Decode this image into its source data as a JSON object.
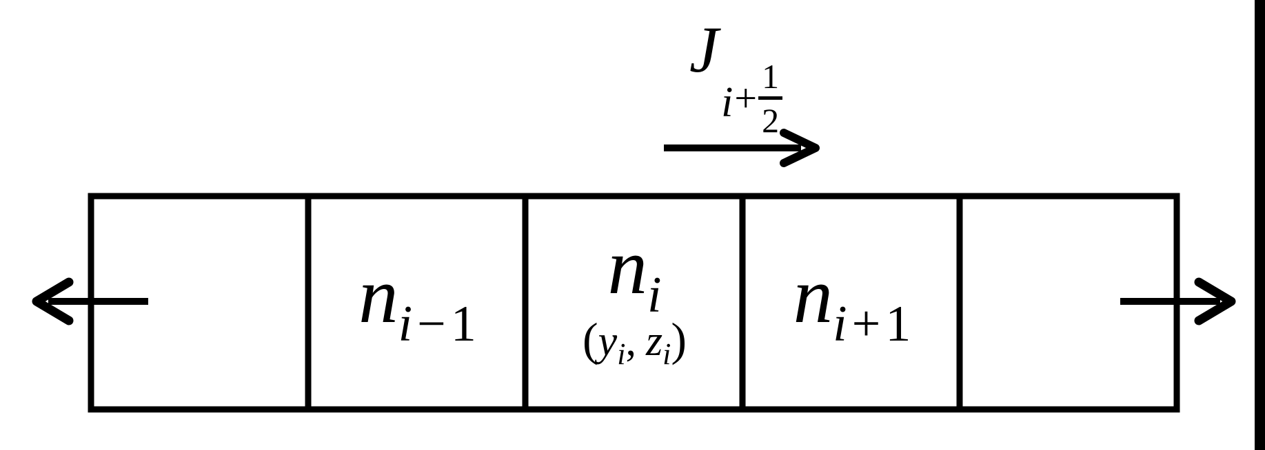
{
  "background": "#ffffff",
  "ink": "#000000",
  "flux_label": {
    "base": "J",
    "sub_letter": "i",
    "sub_op": "+",
    "frac_num": "1",
    "frac_den": "2"
  },
  "cells": [
    {
      "id": "cell-left-ghost"
    },
    {
      "id": "cell-n-prev",
      "base": "n",
      "sub_letter": "i",
      "sub_op": "−",
      "sub_num": "1"
    },
    {
      "id": "cell-n-center",
      "base": "n",
      "sub_letter": "i",
      "detail": {
        "open": "(",
        "var1": "y",
        "sub1": "i",
        "comma": ",",
        "var2": "z",
        "sub2": "i",
        "close": ")"
      }
    },
    {
      "id": "cell-n-next",
      "base": "n",
      "sub_letter": "i",
      "sub_op": "+",
      "sub_num": "1"
    },
    {
      "id": "cell-right-ghost"
    }
  ],
  "arrows": [
    {
      "id": "outflow-left-arrow",
      "direction": "left"
    },
    {
      "id": "flux-arrow",
      "direction": "right"
    },
    {
      "id": "outflow-right-arrow",
      "direction": "right"
    }
  ]
}
